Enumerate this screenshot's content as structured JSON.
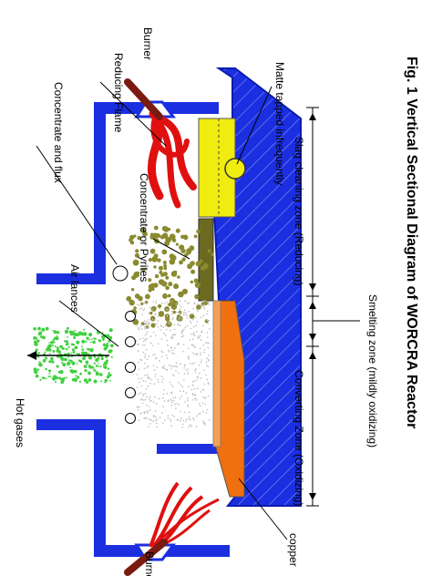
{
  "figure": {
    "caption": "Fig. 1 Vertical Sectional Diagram of WORCRA Reactor",
    "labels": {
      "reducing_flame": "Reducing Flame",
      "burner_top": "Burner",
      "matte_tapped": "Matte tapped infrequently",
      "concentrate_flux": "Concentrate and flux",
      "concentrate_pyrites": "Concentrate or Pyrites",
      "air_lances": "Air lances",
      "hot_gases": "Hot gases",
      "slag_cleaning_zone": "Slag cleaning zone (Reducing)",
      "smelting_zone": "Smelting zone (mildly oxidizing)",
      "converting_zone": "Converting Zone (Oxidizing)",
      "burner_bottom": "Burner",
      "copper": "copper"
    },
    "colors": {
      "refractory": "#1b2fe0",
      "flame": "#e01010",
      "burner": "#7a1a10",
      "matte_pool": "#f0ec10",
      "slag": "#6b6a20",
      "copper_metal": "#f07010",
      "hot_gases": "#40d040",
      "concentrate": "#8a8a30",
      "air_spray": "#bbbbbb"
    }
  }
}
